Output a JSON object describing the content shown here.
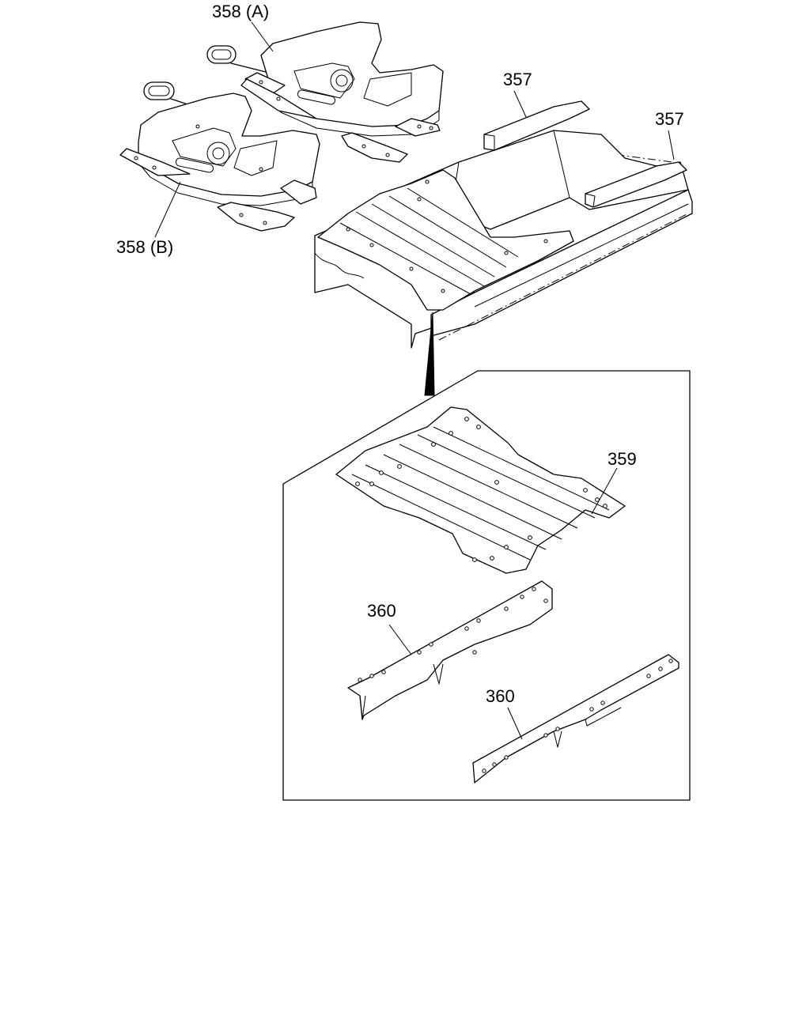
{
  "labels": {
    "p357a": "357",
    "p357b": "357",
    "p358a": "358 (A)",
    "p358b": "358 (B)",
    "p359": "359",
    "p360a": "360",
    "p360b": "360"
  }
}
